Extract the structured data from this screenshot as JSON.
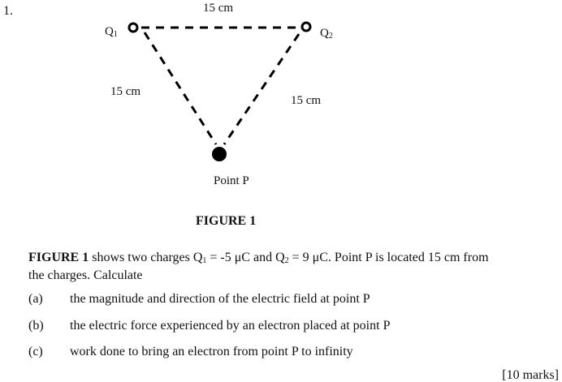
{
  "question_number": "1.",
  "figure": {
    "top_distance": "15 cm",
    "left_distance": "15 cm",
    "right_distance": "15 cm",
    "q1_label": "Q",
    "q1_sub": "1",
    "q2_label": "Q",
    "q2_sub": "2",
    "point_label": "Point P",
    "caption": "FIGURE 1"
  },
  "paragraph": {
    "lead": "FIGURE 1",
    "text1": " shows two charges Q",
    "sub1": "1",
    "text2": " = -5 μC and Q",
    "sub2": "2",
    "text3": " = 9 μC. Point P is located 15 cm from",
    "line2": "the charges. Calculate"
  },
  "parts": [
    {
      "label": "(a)",
      "text": "the magnitude and direction of the electric field at point P"
    },
    {
      "label": "(b)",
      "text": "the electric force experienced by an electron placed at point P"
    },
    {
      "label": "(c)",
      "text": "work done to bring an electron from point P to infinity"
    }
  ],
  "marks": "[10 marks]"
}
